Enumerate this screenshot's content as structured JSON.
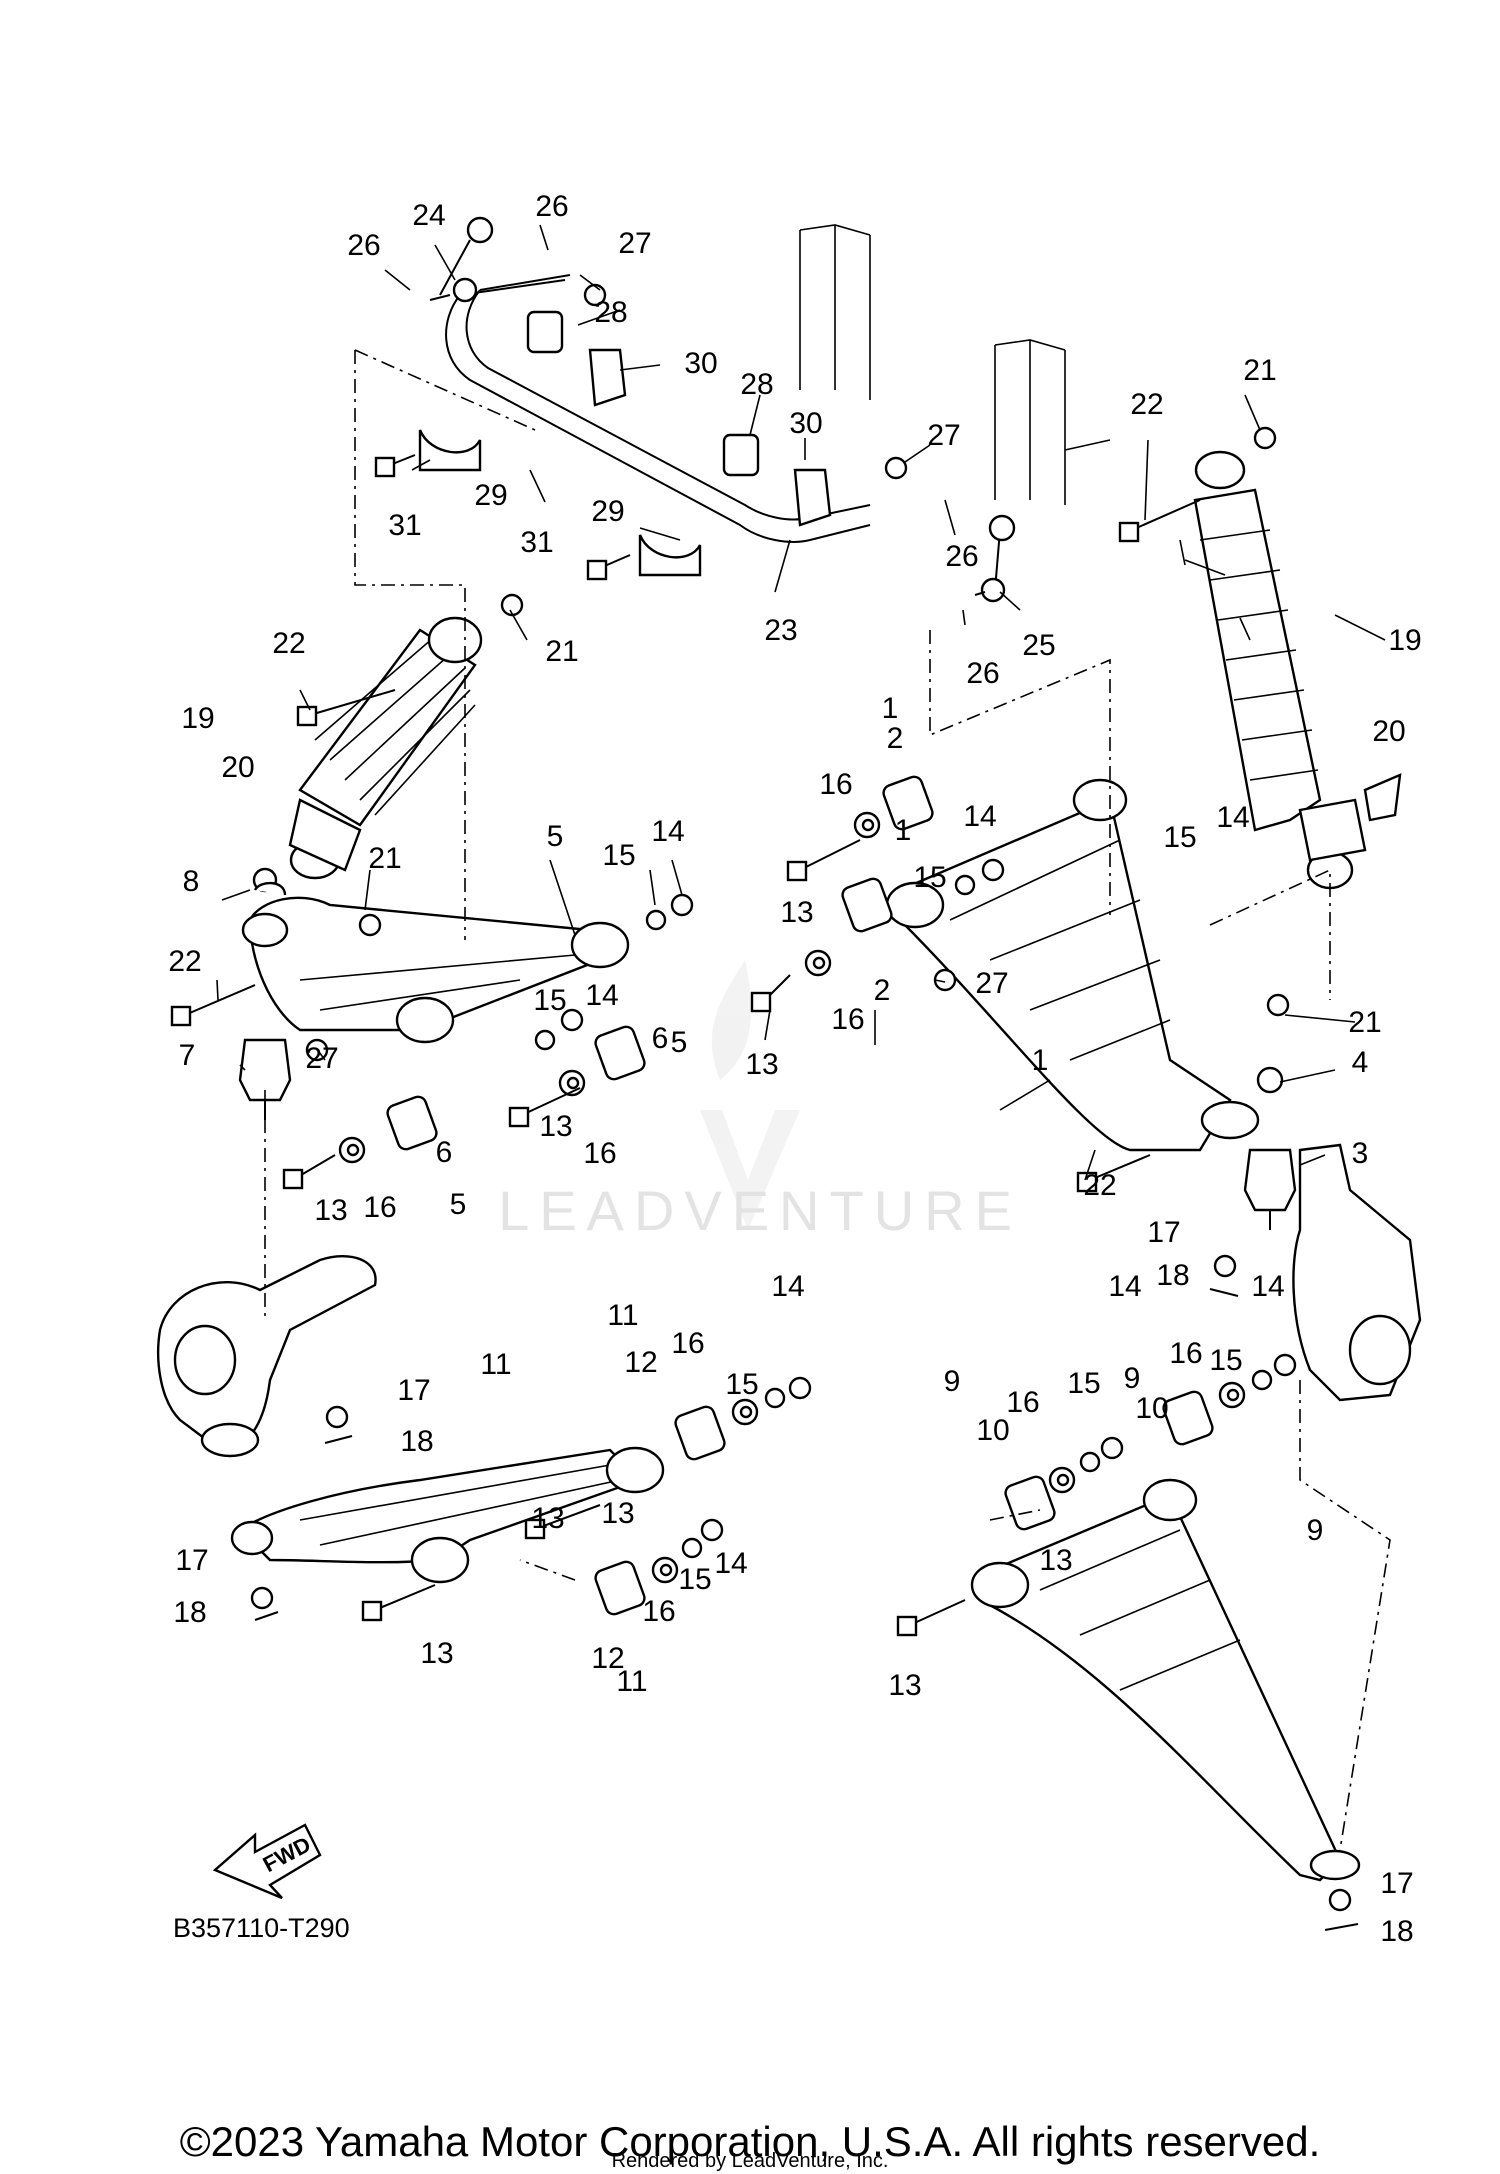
{
  "diagram": {
    "watermark": "LEADVENTURE",
    "fwd_label": "FWD",
    "figure_code": "B357110-T290"
  },
  "callouts": [
    {
      "label": "1"
    },
    {
      "label": "1"
    },
    {
      "label": "1"
    },
    {
      "label": "2"
    },
    {
      "label": "2"
    },
    {
      "label": "3"
    },
    {
      "label": "4"
    },
    {
      "label": "5"
    },
    {
      "label": "5"
    },
    {
      "label": "5"
    },
    {
      "label": "6"
    },
    {
      "label": "6"
    },
    {
      "label": "7"
    },
    {
      "label": "8"
    },
    {
      "label": "9"
    },
    {
      "label": "9"
    },
    {
      "label": "9"
    },
    {
      "label": "10"
    },
    {
      "label": "10"
    },
    {
      "label": "11"
    },
    {
      "label": "11"
    },
    {
      "label": "11"
    },
    {
      "label": "12"
    },
    {
      "label": "12"
    },
    {
      "label": "13"
    },
    {
      "label": "13"
    },
    {
      "label": "13"
    },
    {
      "label": "13"
    },
    {
      "label": "13"
    },
    {
      "label": "13"
    },
    {
      "label": "13"
    },
    {
      "label": "13"
    },
    {
      "label": "13"
    },
    {
      "label": "14"
    },
    {
      "label": "14"
    },
    {
      "label": "14"
    },
    {
      "label": "14"
    },
    {
      "label": "14"
    },
    {
      "label": "14"
    },
    {
      "label": "14"
    },
    {
      "label": "14"
    },
    {
      "label": "15"
    },
    {
      "label": "15"
    },
    {
      "label": "15"
    },
    {
      "label": "15"
    },
    {
      "label": "15"
    },
    {
      "label": "15"
    },
    {
      "label": "15"
    },
    {
      "label": "15"
    },
    {
      "label": "16"
    },
    {
      "label": "16"
    },
    {
      "label": "16"
    },
    {
      "label": "16"
    },
    {
      "label": "16"
    },
    {
      "label": "16"
    },
    {
      "label": "16"
    },
    {
      "label": "16"
    },
    {
      "label": "17"
    },
    {
      "label": "17"
    },
    {
      "label": "17"
    },
    {
      "label": "17"
    },
    {
      "label": "18"
    },
    {
      "label": "18"
    },
    {
      "label": "18"
    },
    {
      "label": "18"
    },
    {
      "label": "19"
    },
    {
      "label": "19"
    },
    {
      "label": "20"
    },
    {
      "label": "20"
    },
    {
      "label": "21"
    },
    {
      "label": "21"
    },
    {
      "label": "21"
    },
    {
      "label": "21"
    },
    {
      "label": "22"
    },
    {
      "label": "22"
    },
    {
      "label": "22"
    },
    {
      "label": "22"
    },
    {
      "label": "23"
    },
    {
      "label": "24"
    },
    {
      "label": "25"
    },
    {
      "label": "26"
    },
    {
      "label": "26"
    },
    {
      "label": "26"
    },
    {
      "label": "26"
    },
    {
      "label": "27"
    },
    {
      "label": "27"
    },
    {
      "label": "27"
    },
    {
      "label": "27"
    },
    {
      "label": "28"
    },
    {
      "label": "28"
    },
    {
      "label": "29"
    },
    {
      "label": "29"
    },
    {
      "label": "30"
    },
    {
      "label": "30"
    },
    {
      "label": "31"
    },
    {
      "label": "31"
    }
  ],
  "footer": {
    "copyright": "©2023 Yamaha Motor Corporation, U.S.A. All rights reserved.",
    "rendered_by": "Rendered by LeadVenture, Inc."
  }
}
